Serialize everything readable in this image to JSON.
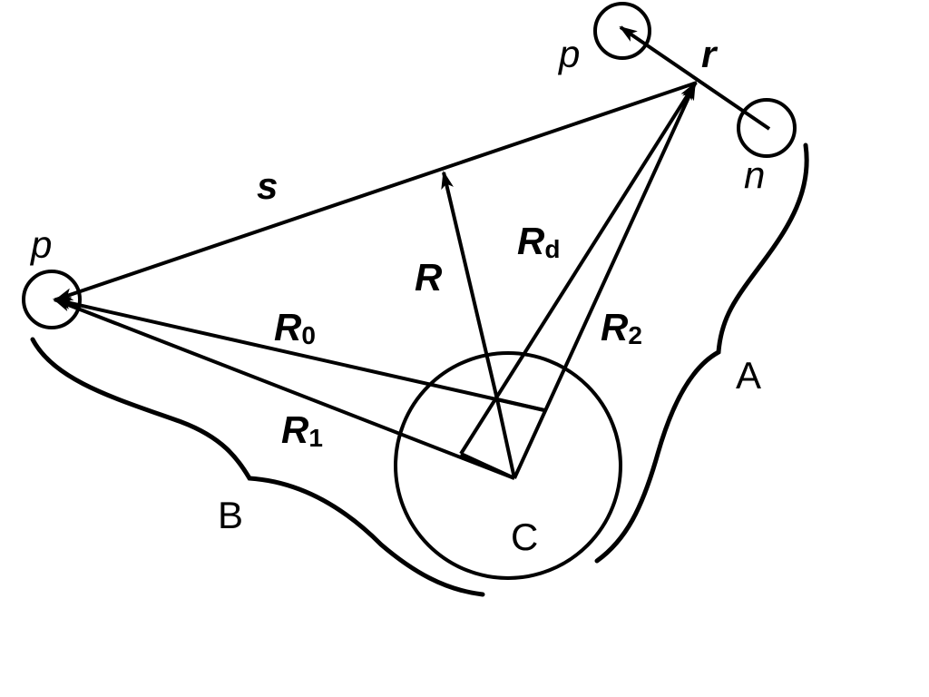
{
  "diagram": {
    "particles": {
      "proton_left": "p",
      "proton_top": "p",
      "neutron": "n"
    },
    "vectors": {
      "s": "s",
      "r": "r",
      "R": "R",
      "R_d": "R",
      "R_d_sub": "d",
      "R0": "R",
      "R0_sub": "0",
      "R1": "R",
      "R1_sub": "1",
      "R2": "R",
      "R2_sub": "2"
    },
    "regions": {
      "A": "A",
      "B": "B",
      "C": "C"
    },
    "colors": {
      "ink": "#000000",
      "background": "#ffffff"
    }
  }
}
